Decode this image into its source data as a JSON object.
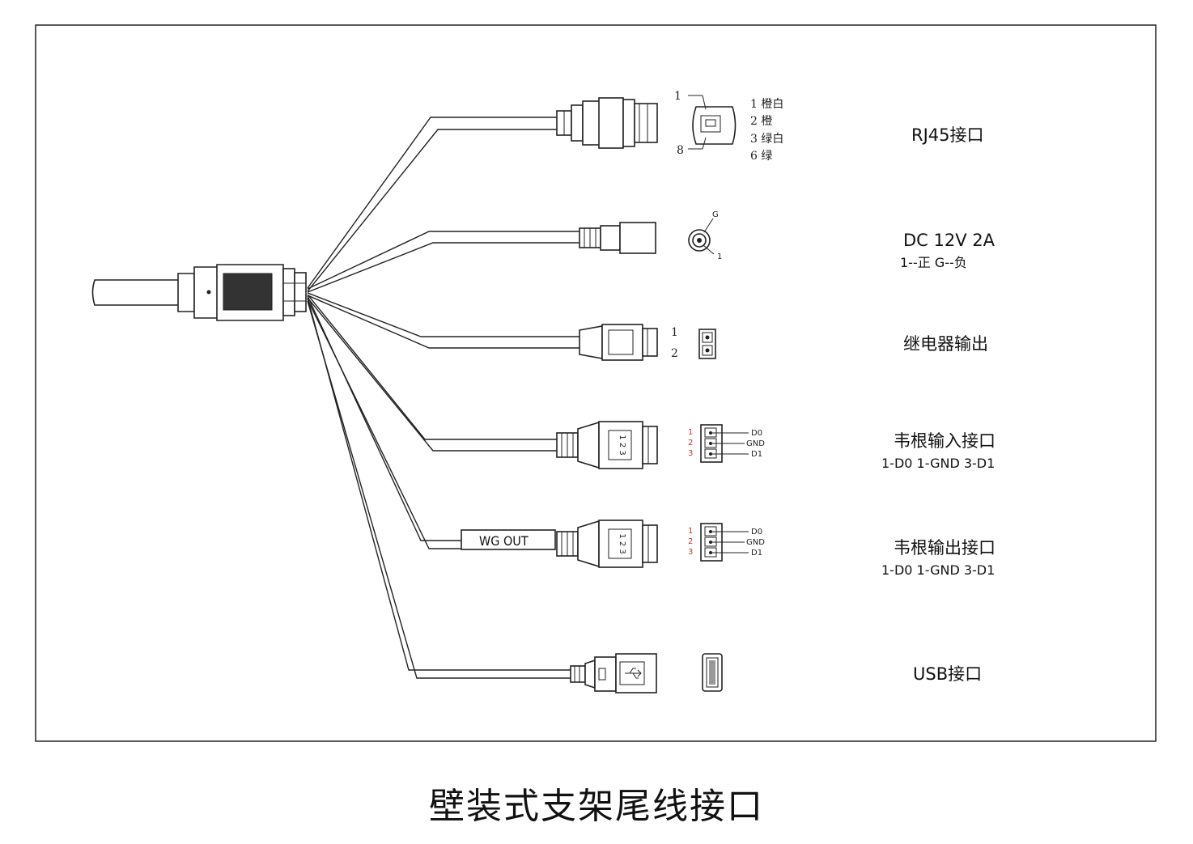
{
  "caption": "壁装式支架尾线接口",
  "connectors": [
    {
      "id": "rj45",
      "label": "RJ45接口",
      "sub": ""
    },
    {
      "id": "dc",
      "label": "DC 12V 2A",
      "sub": "1--正  G--负"
    },
    {
      "id": "relay",
      "label": "继电器输出",
      "sub": ""
    },
    {
      "id": "wg_in",
      "label": "韦根输入接口",
      "sub": "1-D0   1-GND   3-D1"
    },
    {
      "id": "wg_out",
      "label": "韦根输出接口",
      "sub": "1-D0   1-GND   3-D1"
    },
    {
      "id": "usb",
      "label": "USB接口",
      "sub": ""
    }
  ],
  "rj45_pins": {
    "top": "1",
    "bottom": "8",
    "list": [
      "1 橙白",
      "2 橙",
      "3 绿白",
      "6 绿"
    ]
  },
  "dc_pins": {
    "g": "G",
    "one": "1"
  },
  "relay_pins": [
    "1",
    "2"
  ],
  "wiegand_pins": {
    "nums": [
      "1",
      "2",
      "3"
    ],
    "names": [
      "D0",
      "GND",
      "D1"
    ],
    "block": "1 2 3"
  },
  "wg_out_tag": "WG OUT",
  "colors": {
    "line": "#222222",
    "pin_number": "#c0392b"
  }
}
